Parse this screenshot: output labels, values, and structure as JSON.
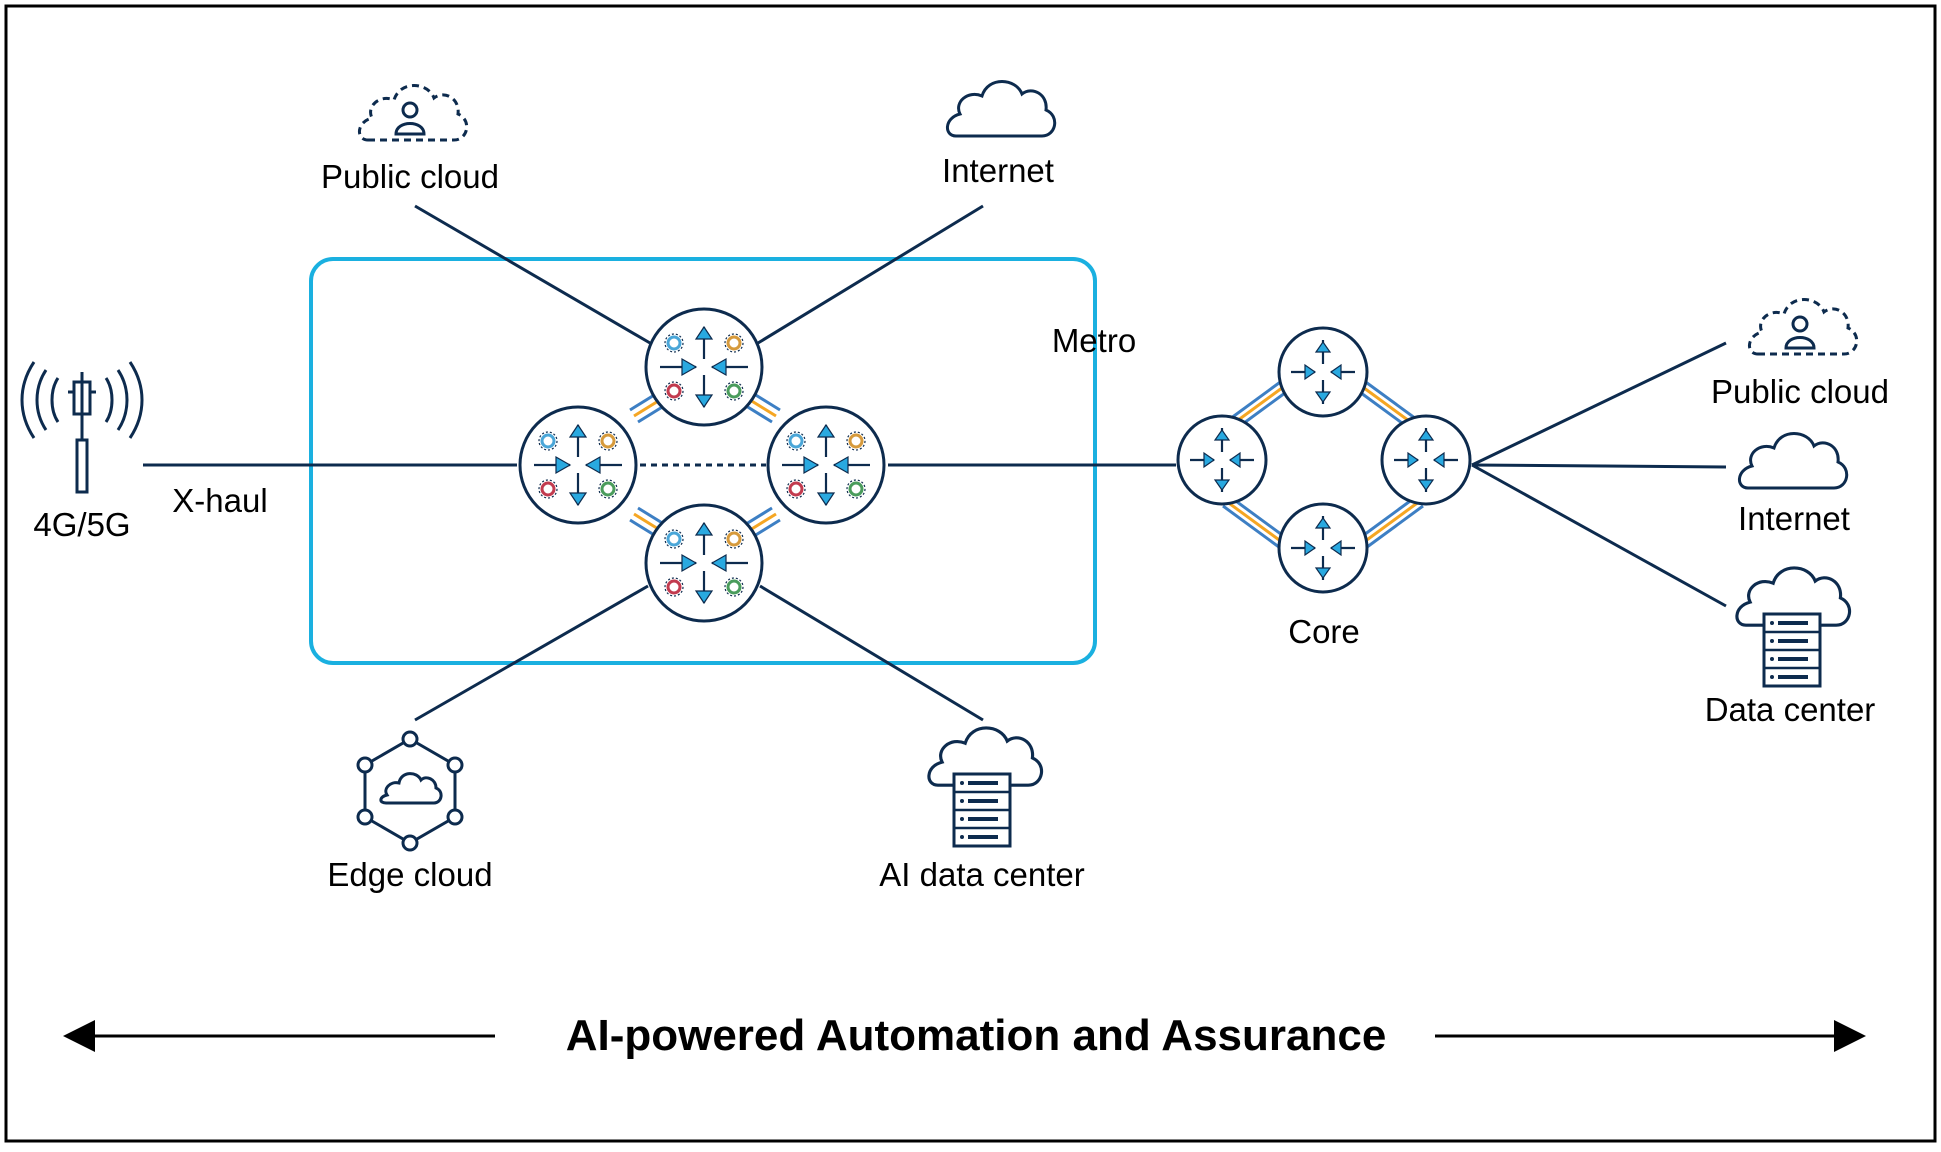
{
  "labels": {
    "public_cloud_top": "Public cloud",
    "internet_top": "Internet",
    "metro": "Metro",
    "four_g_five_g": "4G/5G",
    "x_haul": "X-haul",
    "core": "Core",
    "public_cloud_right": "Public cloud",
    "internet_right": "Internet",
    "data_center_right": "Data center",
    "edge_cloud": "Edge cloud",
    "ai_data_center": "AI data center"
  },
  "banner": {
    "title": "AI-powered Automation and Assurance"
  },
  "colors": {
    "navy": "#0d2b4e",
    "metro_border": "#1ab0e0",
    "arrow_blue": "#29a9e0",
    "link_orange": "#f5a623",
    "link_blue": "#3d7fc4",
    "gear_blue": "#4aa6d8",
    "gear_orange": "#d69a3c",
    "gear_red": "#c23b4f",
    "gear_green": "#4a9c5c"
  },
  "icons": {
    "public_cloud": "cloud-user-dashed-icon",
    "internet": "cloud-icon",
    "data_center": "cloud-server-icon",
    "edge_cloud": "hexagon-cloud-icon",
    "tower": "cell-tower-icon",
    "router": "router-icon",
    "smart_router": "router-with-services-icon"
  }
}
